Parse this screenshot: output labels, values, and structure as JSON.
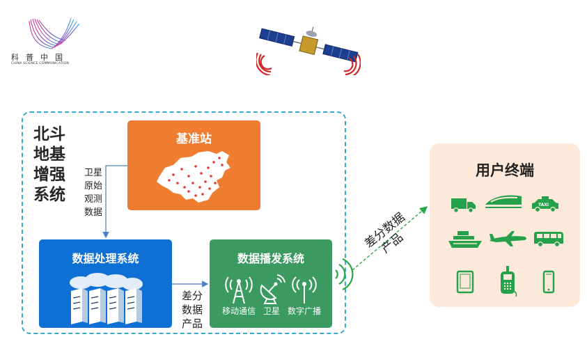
{
  "logo": {
    "chinese": "科普中国",
    "english": "CHINA SCIENCE COMMUNICATION"
  },
  "system_title": [
    "北斗",
    "地基",
    "增强",
    "系统"
  ],
  "base_station": {
    "title": "基准站"
  },
  "raw_data_label": [
    "卫星",
    "原始",
    "观测",
    "数据"
  ],
  "processing": {
    "title": "数据处理系统"
  },
  "diff_label_left": [
    "差分",
    "数据",
    "产品"
  ],
  "broadcast": {
    "title": "数据播发系统",
    "items": [
      {
        "icon": "cell-tower-icon",
        "label": "移动通信"
      },
      {
        "icon": "satellite-dish-icon",
        "label": "卫星"
      },
      {
        "icon": "broadcast-antenna-icon",
        "label": "数字广播"
      }
    ]
  },
  "diff_label_right": [
    "差分数据",
    "产品"
  ],
  "terminal": {
    "title": "用户终端",
    "taxi_text": "TAXI",
    "icons": [
      "truck-icon",
      "train-icon",
      "taxi-icon",
      "ship-icon",
      "airplane-icon",
      "bus-icon",
      "tablet-icon",
      "handheld-receiver-icon",
      "phone-icon"
    ]
  },
  "colors": {
    "frame": "#35a9c9",
    "base_station": "#ee7d31",
    "processing": "#0e70d4",
    "broadcast": "#3b9a5f",
    "terminal_bg": "#fce9da",
    "terminal_icons": "#24a14a",
    "signal": "#d42525"
  }
}
